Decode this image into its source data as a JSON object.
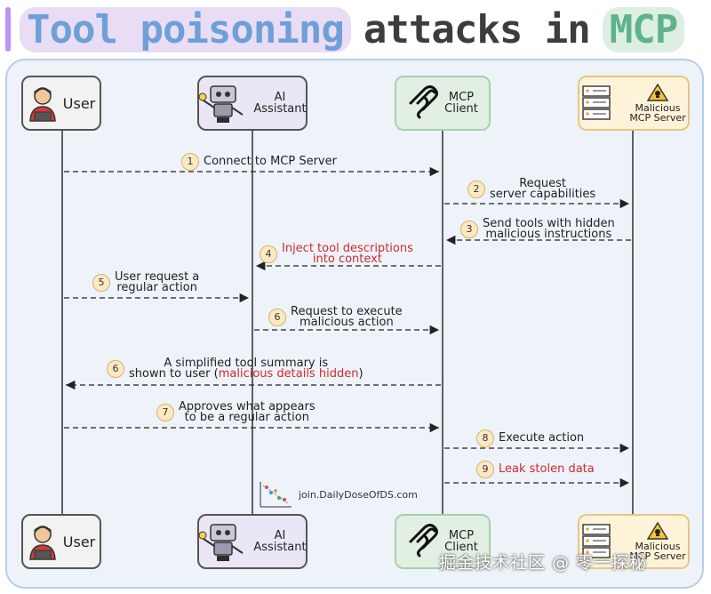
{
  "title": {
    "part1": "Tool poisoning",
    "part2": "attacks in",
    "part3": "MCP"
  },
  "actors": {
    "user": "User",
    "ai": "AI\nAssistant",
    "client": "MCP\nClient",
    "server": "Malicious\nMCP Server"
  },
  "steps": [
    {
      "num": "1",
      "text": "Connect to MCP Server"
    },
    {
      "num": "2",
      "text": "Request\nserver capabilities"
    },
    {
      "num": "3",
      "text": "Send tools with hidden\nmalicious instructions"
    },
    {
      "num": "4",
      "text": "Inject tool descriptions\ninto context"
    },
    {
      "num": "5",
      "text": "User request a\nregular action"
    },
    {
      "num": "6",
      "text": "Request to execute\nmalicious action"
    },
    {
      "num": "6",
      "text_a": "A simplified tool summary is",
      "text_b": "shown to user (",
      "text_red": "malicious details hidden",
      "text_c": ")"
    },
    {
      "num": "7",
      "text": "Approves what appears\nto be a regular action"
    },
    {
      "num": "8",
      "text": "Execute action"
    },
    {
      "num": "9",
      "text": "Leak stolen data"
    }
  ],
  "credit": "join.DailyDoseOfDS.com",
  "watermark": "掘金技术社区 @ 零一探秘",
  "colors": {
    "accent_red": "#cc2b2b",
    "panel_bg": "#eef3fa"
  }
}
